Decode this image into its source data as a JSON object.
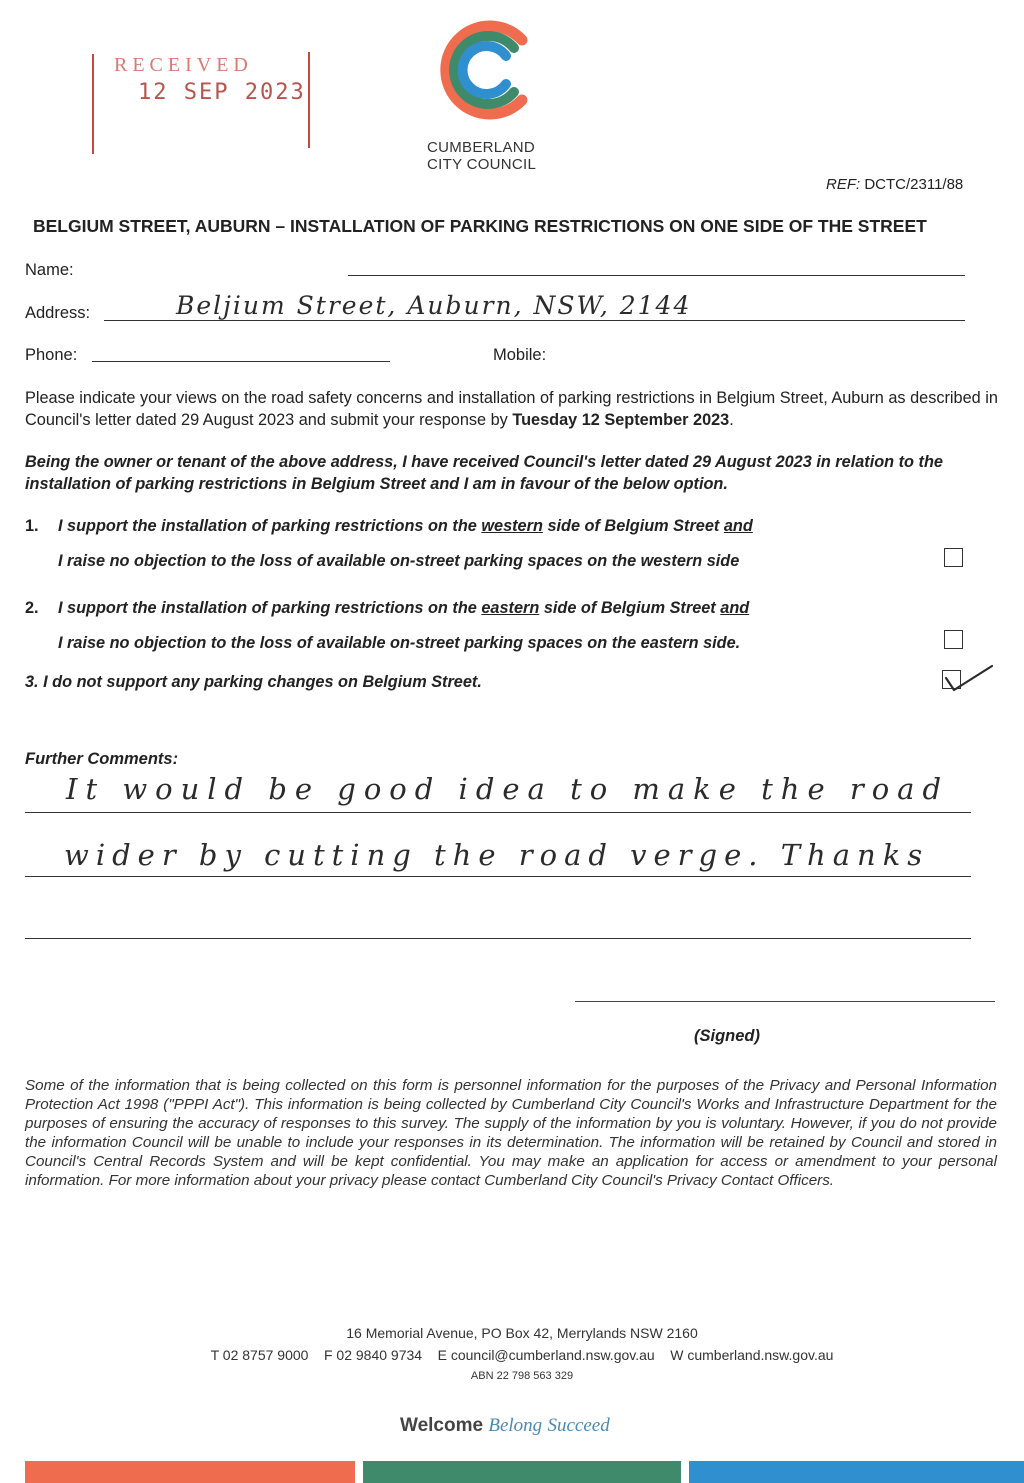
{
  "stamp": {
    "word": "RECEIVED",
    "date": "12 SEP 2023"
  },
  "council": {
    "line1": "CUMBERLAND",
    "line2": "CITY COUNCIL"
  },
  "ref": {
    "label": "REF:",
    "value": "DCTC/2311/88"
  },
  "title": "BELGIUM STREET, AUBURN – INSTALLATION OF PARKING RESTRICTIONS ON ONE SIDE OF THE STREET",
  "form": {
    "name_label": "Name:",
    "address_label": "Address:",
    "address_value": "Beljium Street, Auburn, NSW, 2144",
    "phone_label": "Phone:",
    "mobile_label": "Mobile:"
  },
  "intro": {
    "text": "Please indicate your views on the road safety concerns and installation of parking restrictions in Belgium Street, Auburn as described in Council's letter dated 29 August 2023 and submit your response by",
    "deadline": "Tuesday 12 September 2023",
    "end": "."
  },
  "statement": "Being the owner or tenant of the above address, I have received Council's letter dated 29 August 2023 in relation to the installation of parking restrictions in Belgium Street and I am in favour of the below option.",
  "options": [
    {
      "num": "1.",
      "line1_pre": "I support the installation of parking restrictions on the",
      "side": "western",
      "line1_post": "side of Belgium Street",
      "and": "and",
      "line2": "I raise no objection to the loss of available on-street parking spaces on the western side",
      "checked": false
    },
    {
      "num": "2.",
      "line1_pre": "I support the installation of parking restrictions on the",
      "side": "eastern",
      "line1_post": "side of Belgium Street",
      "and": "and",
      "line2": "I raise no objection to the loss of available on-street parking spaces on the eastern side.",
      "checked": false
    },
    {
      "num": "3.",
      "text": "I do not support any parking changes on Belgium Street.",
      "checked": true
    }
  ],
  "comments": {
    "label": "Further Comments:",
    "line1": "It would be good idea to make the road",
    "line2": "wider by cutting the road verge. Thanks"
  },
  "signed_label": "(Signed)",
  "privacy": "Some of the information that is being collected on this form is personnel information for the purposes of the Privacy and Personal Information Protection Act 1998 (\"PPPI Act\"). This information is being collected by Cumberland City Council's Works and Infrastructure Department for the purposes of ensuring the accuracy of responses to this survey. The supply of the information by you is voluntary. However, if you do not provide the information Council will be unable to include your responses in its determination. The information will be retained by Council and stored in Council's Central Records System and will be kept confidential. You may make an application for access or amendment to your personal information. For more information about your privacy please contact Cumberland City Council's Privacy Contact Officers.",
  "footer": {
    "address": "16 Memorial Avenue, PO Box 42, Merrylands NSW 2160",
    "contact": "T 02 8757 9000    F 02 9840 9734    E council@cumberland.nsw.gov.au    W cumberland.nsw.gov.au",
    "abn": "ABN 22 798 563 329",
    "welcome": "Welcome",
    "belong": "Belong",
    "succeed": "Succeed"
  },
  "colors": {
    "orange": "#ef6c4f",
    "green": "#3f8a6a",
    "blue": "#2f8fcf",
    "stamp_red": "#c9473f"
  }
}
